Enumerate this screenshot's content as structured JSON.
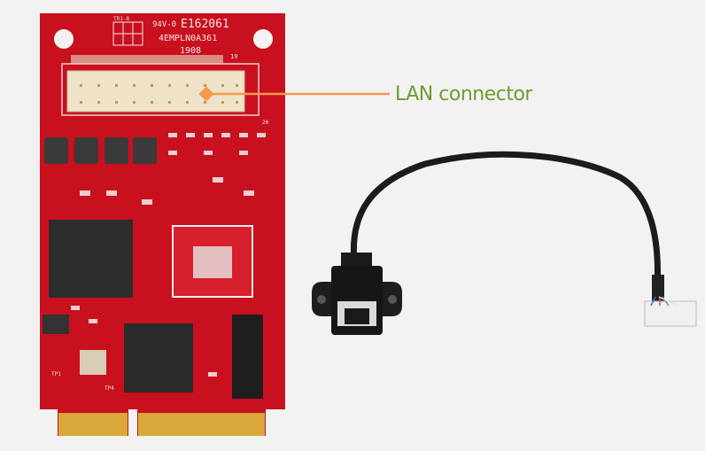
{
  "callout": {
    "label": "LAN connector",
    "line_color": "#f39a4a",
    "text_color": "#6f9a2e"
  },
  "board": {
    "color": "#c8101e",
    "silkscreen": {
      "cert": "94V-0",
      "ul": "E162061",
      "part": "4EMPLN0A361",
      "date": "1908",
      "header_label": "TR1-8",
      "pin_19": "19",
      "pin_20": "20",
      "tp1": "TP1",
      "tp4": "TP4"
    }
  }
}
